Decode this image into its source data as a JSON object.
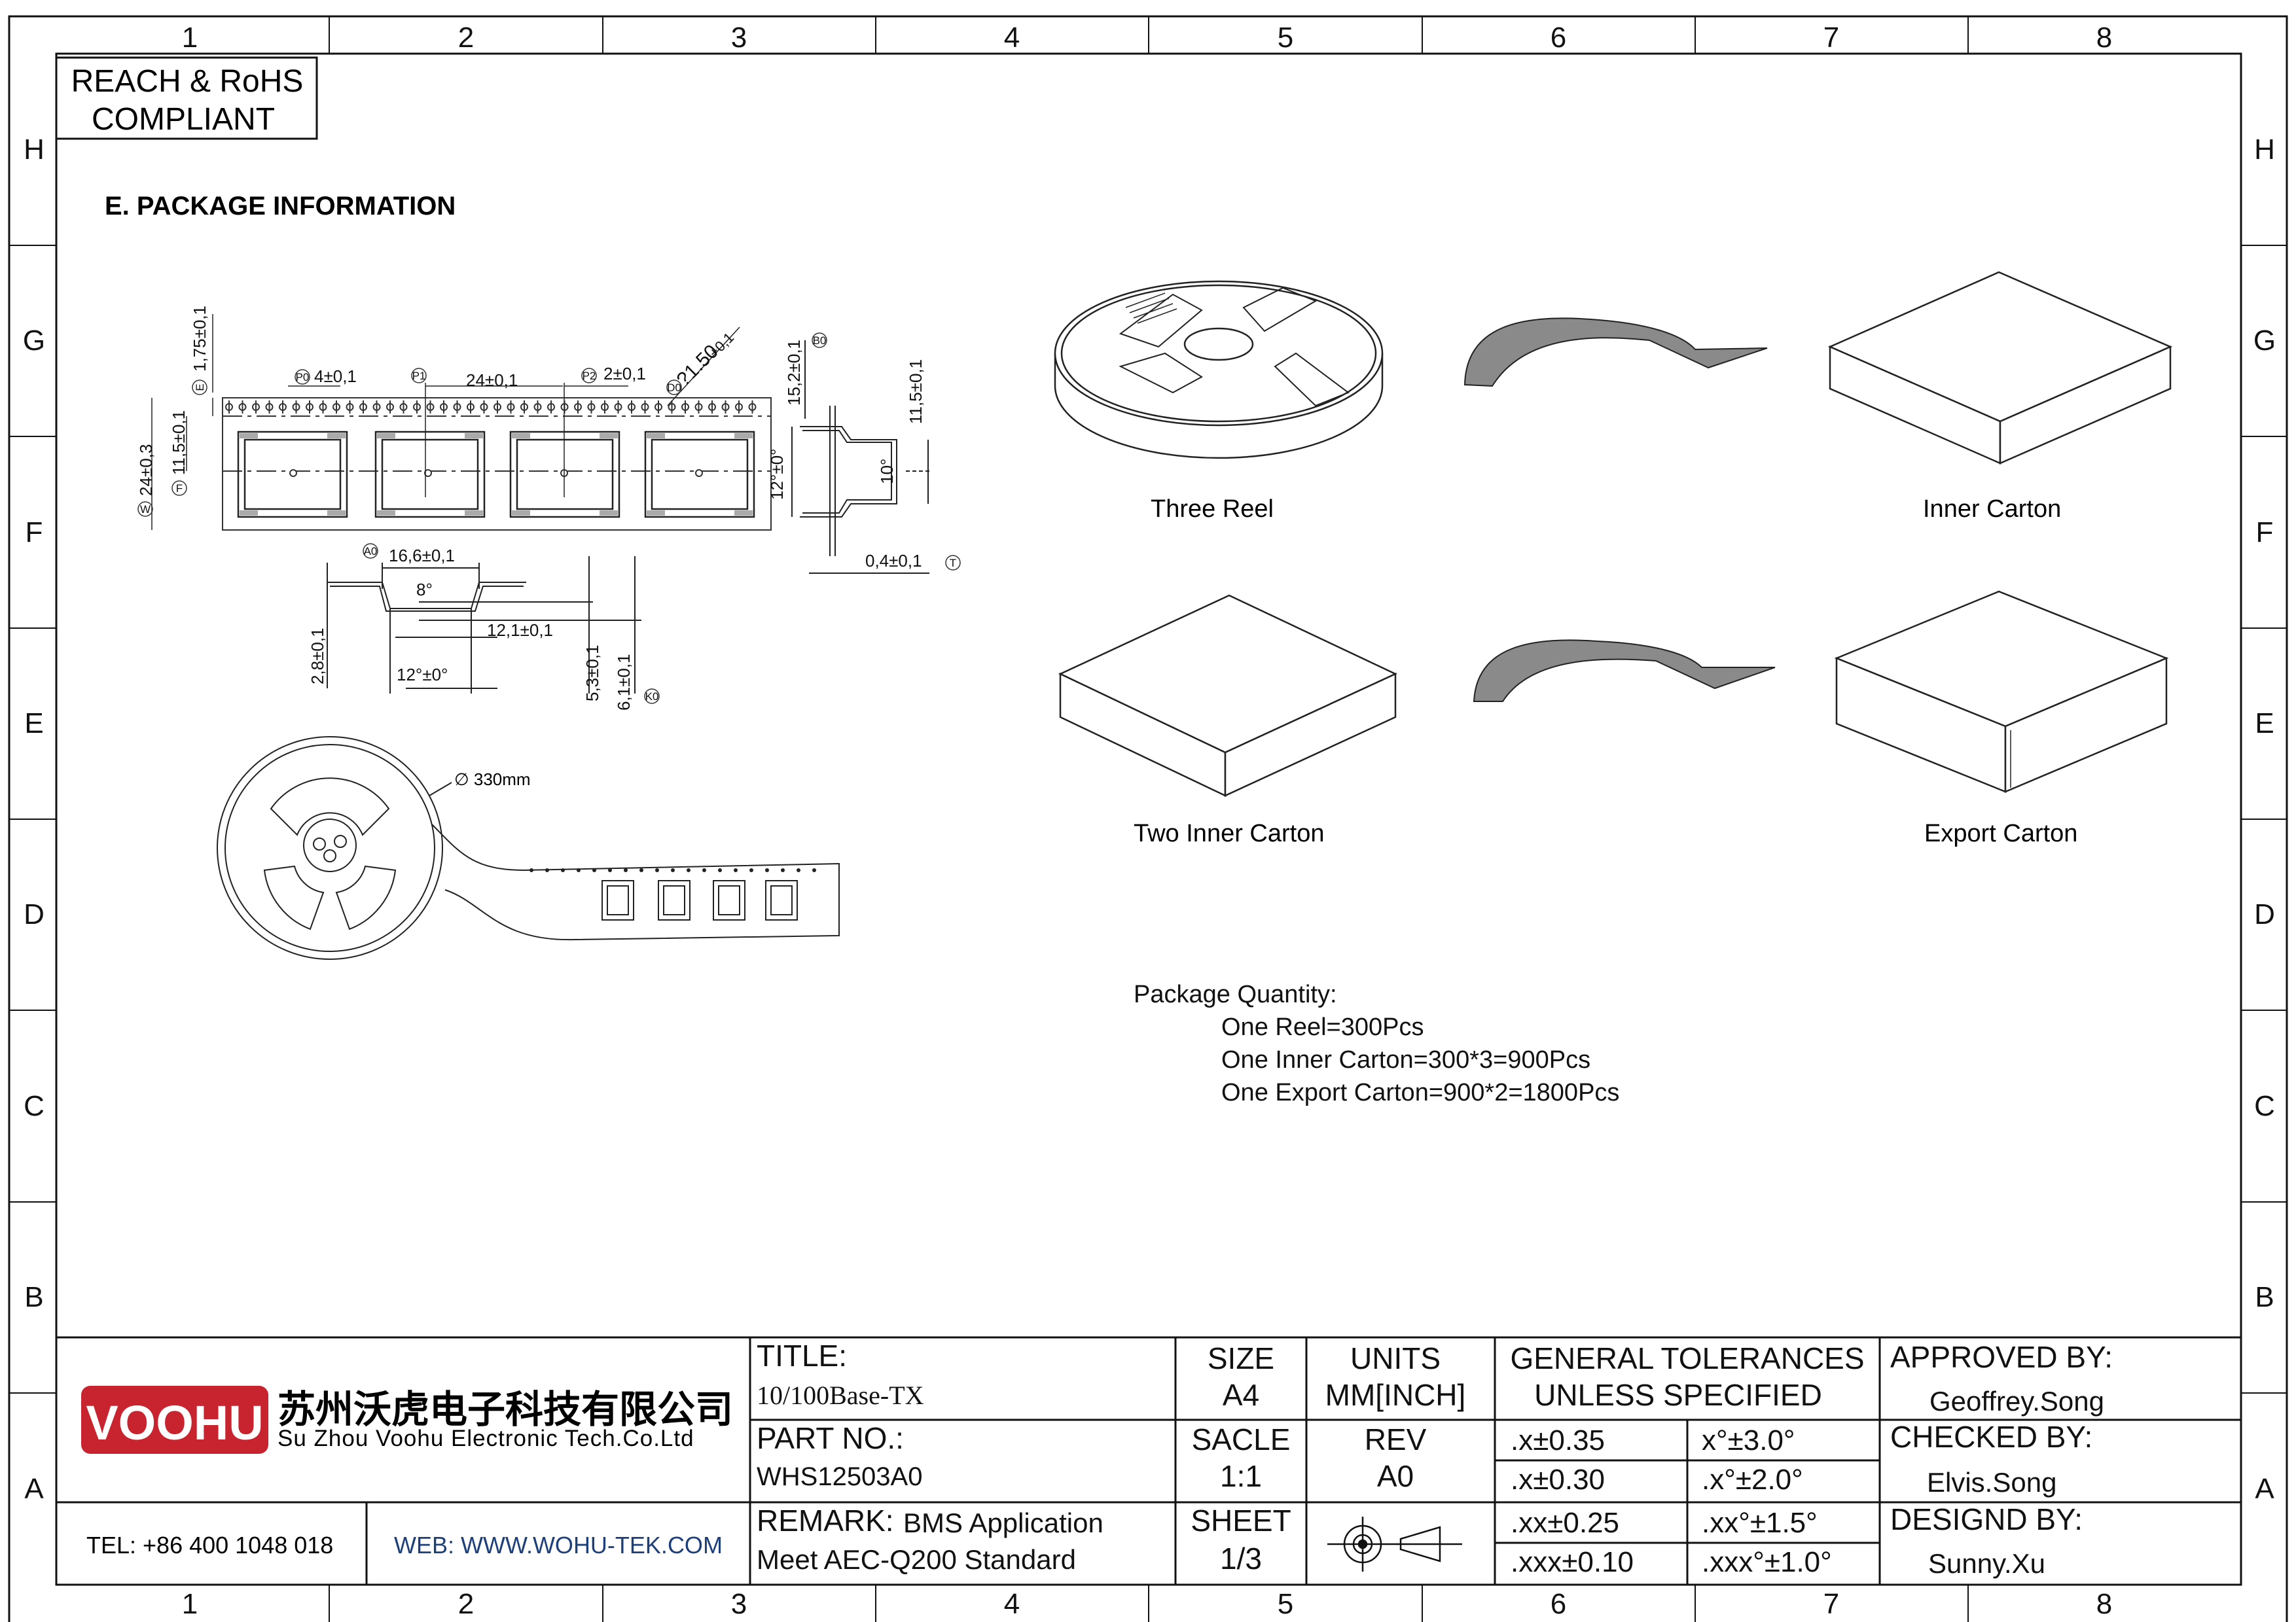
{
  "frame": {
    "columns": [
      "1",
      "2",
      "3",
      "4",
      "5",
      "6",
      "7",
      "8"
    ],
    "rows": [
      "H",
      "G",
      "F",
      "E",
      "D",
      "C",
      "B",
      "A"
    ]
  },
  "compliance": {
    "line1": "REACH & RoHS",
    "line2": "COMPLIANT"
  },
  "section_title": "E. PACKAGE INFORMATION",
  "tape_dims": {
    "e_label": "E",
    "e_val": "1,75±0,1",
    "p0_label": "P0",
    "p0_val": "4±0,1",
    "p1_label": "P1",
    "p1_val": "24±0,1",
    "p2_label": "P2",
    "p2_val": "2±0,1",
    "d0_label": "D0",
    "d0_val": "?1.50",
    "d0_tol": "+0,1",
    "w_label": "W",
    "w_val": "24±0,3",
    "f_label": "F",
    "f_val": "11,5±0,1",
    "b0_label": "B0",
    "b0_val": "15,2±0,1",
    "ang12": "12°±0°",
    "ang10": "10°",
    "right_dim": "11,5±0,1",
    "t_label": "T",
    "t_val": "0,4±0,1",
    "a0_label": "A0",
    "a0_val": "16,6±0,1",
    "ang8": "8°",
    "w121": "12,1±0,1",
    "h28": "2,8±0,1",
    "bottom_ang": "12°±0°",
    "h53": "5,3±0,1",
    "k0_label": "K0",
    "k0_val": "6,1±0,1",
    "reel_dia": "∅ 330mm"
  },
  "illustrations": {
    "three_reel": "Three  Reel",
    "inner_carton": "Inner Carton",
    "two_inner": "Two  Inner Carton",
    "export_carton": "Export Carton"
  },
  "quantity": {
    "heading": "Package Quantity:",
    "line1": "One Reel=300Pcs",
    "line2": "One Inner Carton=300*3=900Pcs",
    "line3": "One Export Carton=900*2=1800Pcs"
  },
  "title_block": {
    "brand": "VOOHU",
    "company_cn": "苏州沃虎电子科技有限公司",
    "company_en": "Su Zhou Voohu Electronic Tech.Co.Ltd",
    "tel": "TEL: +86 400 1048 018",
    "web": "WEB: WWW.WOHU-TEK.COM",
    "title_label": "TITLE:",
    "title_value": "10/100Base-TX",
    "part_label": "PART NO.:",
    "part_value": "WHS12503A0",
    "remark_label": "REMARK:",
    "remark_value1": "BMS Application",
    "remark_value2": "Meet AEC-Q200 Standard",
    "size_label": "SIZE",
    "size_value": "A4",
    "units_label": "UNITS",
    "units_value": "MM[INCH]",
    "scale_label": "SACLE",
    "scale_value": "1:1",
    "rev_label": "REV",
    "rev_value": "A0",
    "sheet_label": "SHEET",
    "sheet_value": "1/3",
    "tol_title1": "GENERAL TOLERANCES",
    "tol_title2": "UNLESS SPECIFIED",
    "tol": [
      [
        ".x±0.35",
        "x°±3.0°"
      ],
      [
        ".x±0.30",
        ".x°±2.0°"
      ],
      [
        ".xx±0.25",
        ".xx°±1.5°"
      ],
      [
        ".xxx±0.10",
        ".xxx°±1.0°"
      ]
    ],
    "approved_label": "APPROVED BY:",
    "approved_value": "Geoffrey.Song",
    "checked_label": "CHECKED BY:",
    "checked_value": "Elvis.Song",
    "designed_label": "DESIGND BY:",
    "designed_value": "Sunny.Xu"
  },
  "colors": {
    "brand_red": "#c8242f",
    "line": "#111111",
    "arrow_fill": "#8a8a8a"
  }
}
